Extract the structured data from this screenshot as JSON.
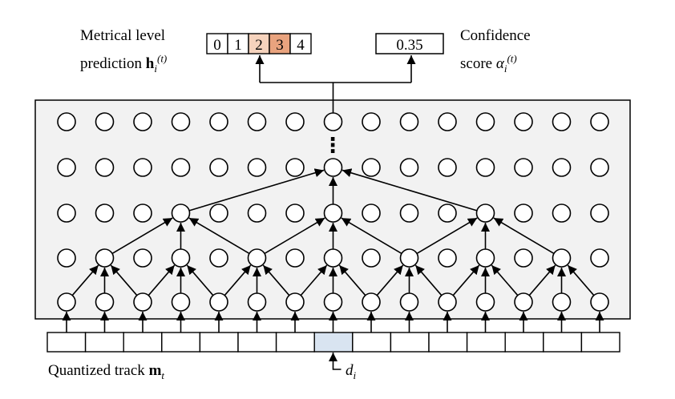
{
  "labels": {
    "metrical_line1": "Metrical level",
    "metrical_line2": "prediction ",
    "metrical_symbol": "h",
    "metrical_sub": "i",
    "metrical_sup": "(t)",
    "confidence_line1": "Confidence",
    "confidence_line2": "score ",
    "confidence_symbol": "α",
    "confidence_sub": "i",
    "confidence_sup": "(t)",
    "track_prefix": "Quantized track ",
    "track_symbol": "m",
    "track_sub": "t",
    "pointer_symbol": "d",
    "pointer_sub": "i",
    "ellipsis": "⋮"
  },
  "level_cells": [
    {
      "label": "0",
      "fill": "#ffffff"
    },
    {
      "label": "1",
      "fill": "#ffffff"
    },
    {
      "label": "2",
      "fill": "#f6d3bd"
    },
    {
      "label": "3",
      "fill": "#e9a37e"
    },
    {
      "label": "4",
      "fill": "#ffffff"
    }
  ],
  "confidence_value": "0.35",
  "colors": {
    "panel_fill": "#f2f2f2",
    "highlight_cell": "#d9e4f1",
    "stroke": "#000000"
  },
  "network": {
    "columns": 15,
    "rows": 5,
    "highlight_track_index": 7,
    "connections": [
      {
        "from_row": 0,
        "to_row": 1,
        "to_cols": [
          1,
          3,
          5,
          7,
          9,
          11,
          13
        ],
        "offset": 1
      },
      {
        "from_row": 1,
        "to_row": 2,
        "to_cols": [
          3,
          7,
          11
        ],
        "offset": 2
      },
      {
        "from_row": 2,
        "to_row": 3,
        "to_cols": [
          7
        ],
        "offset": 4
      }
    ]
  }
}
